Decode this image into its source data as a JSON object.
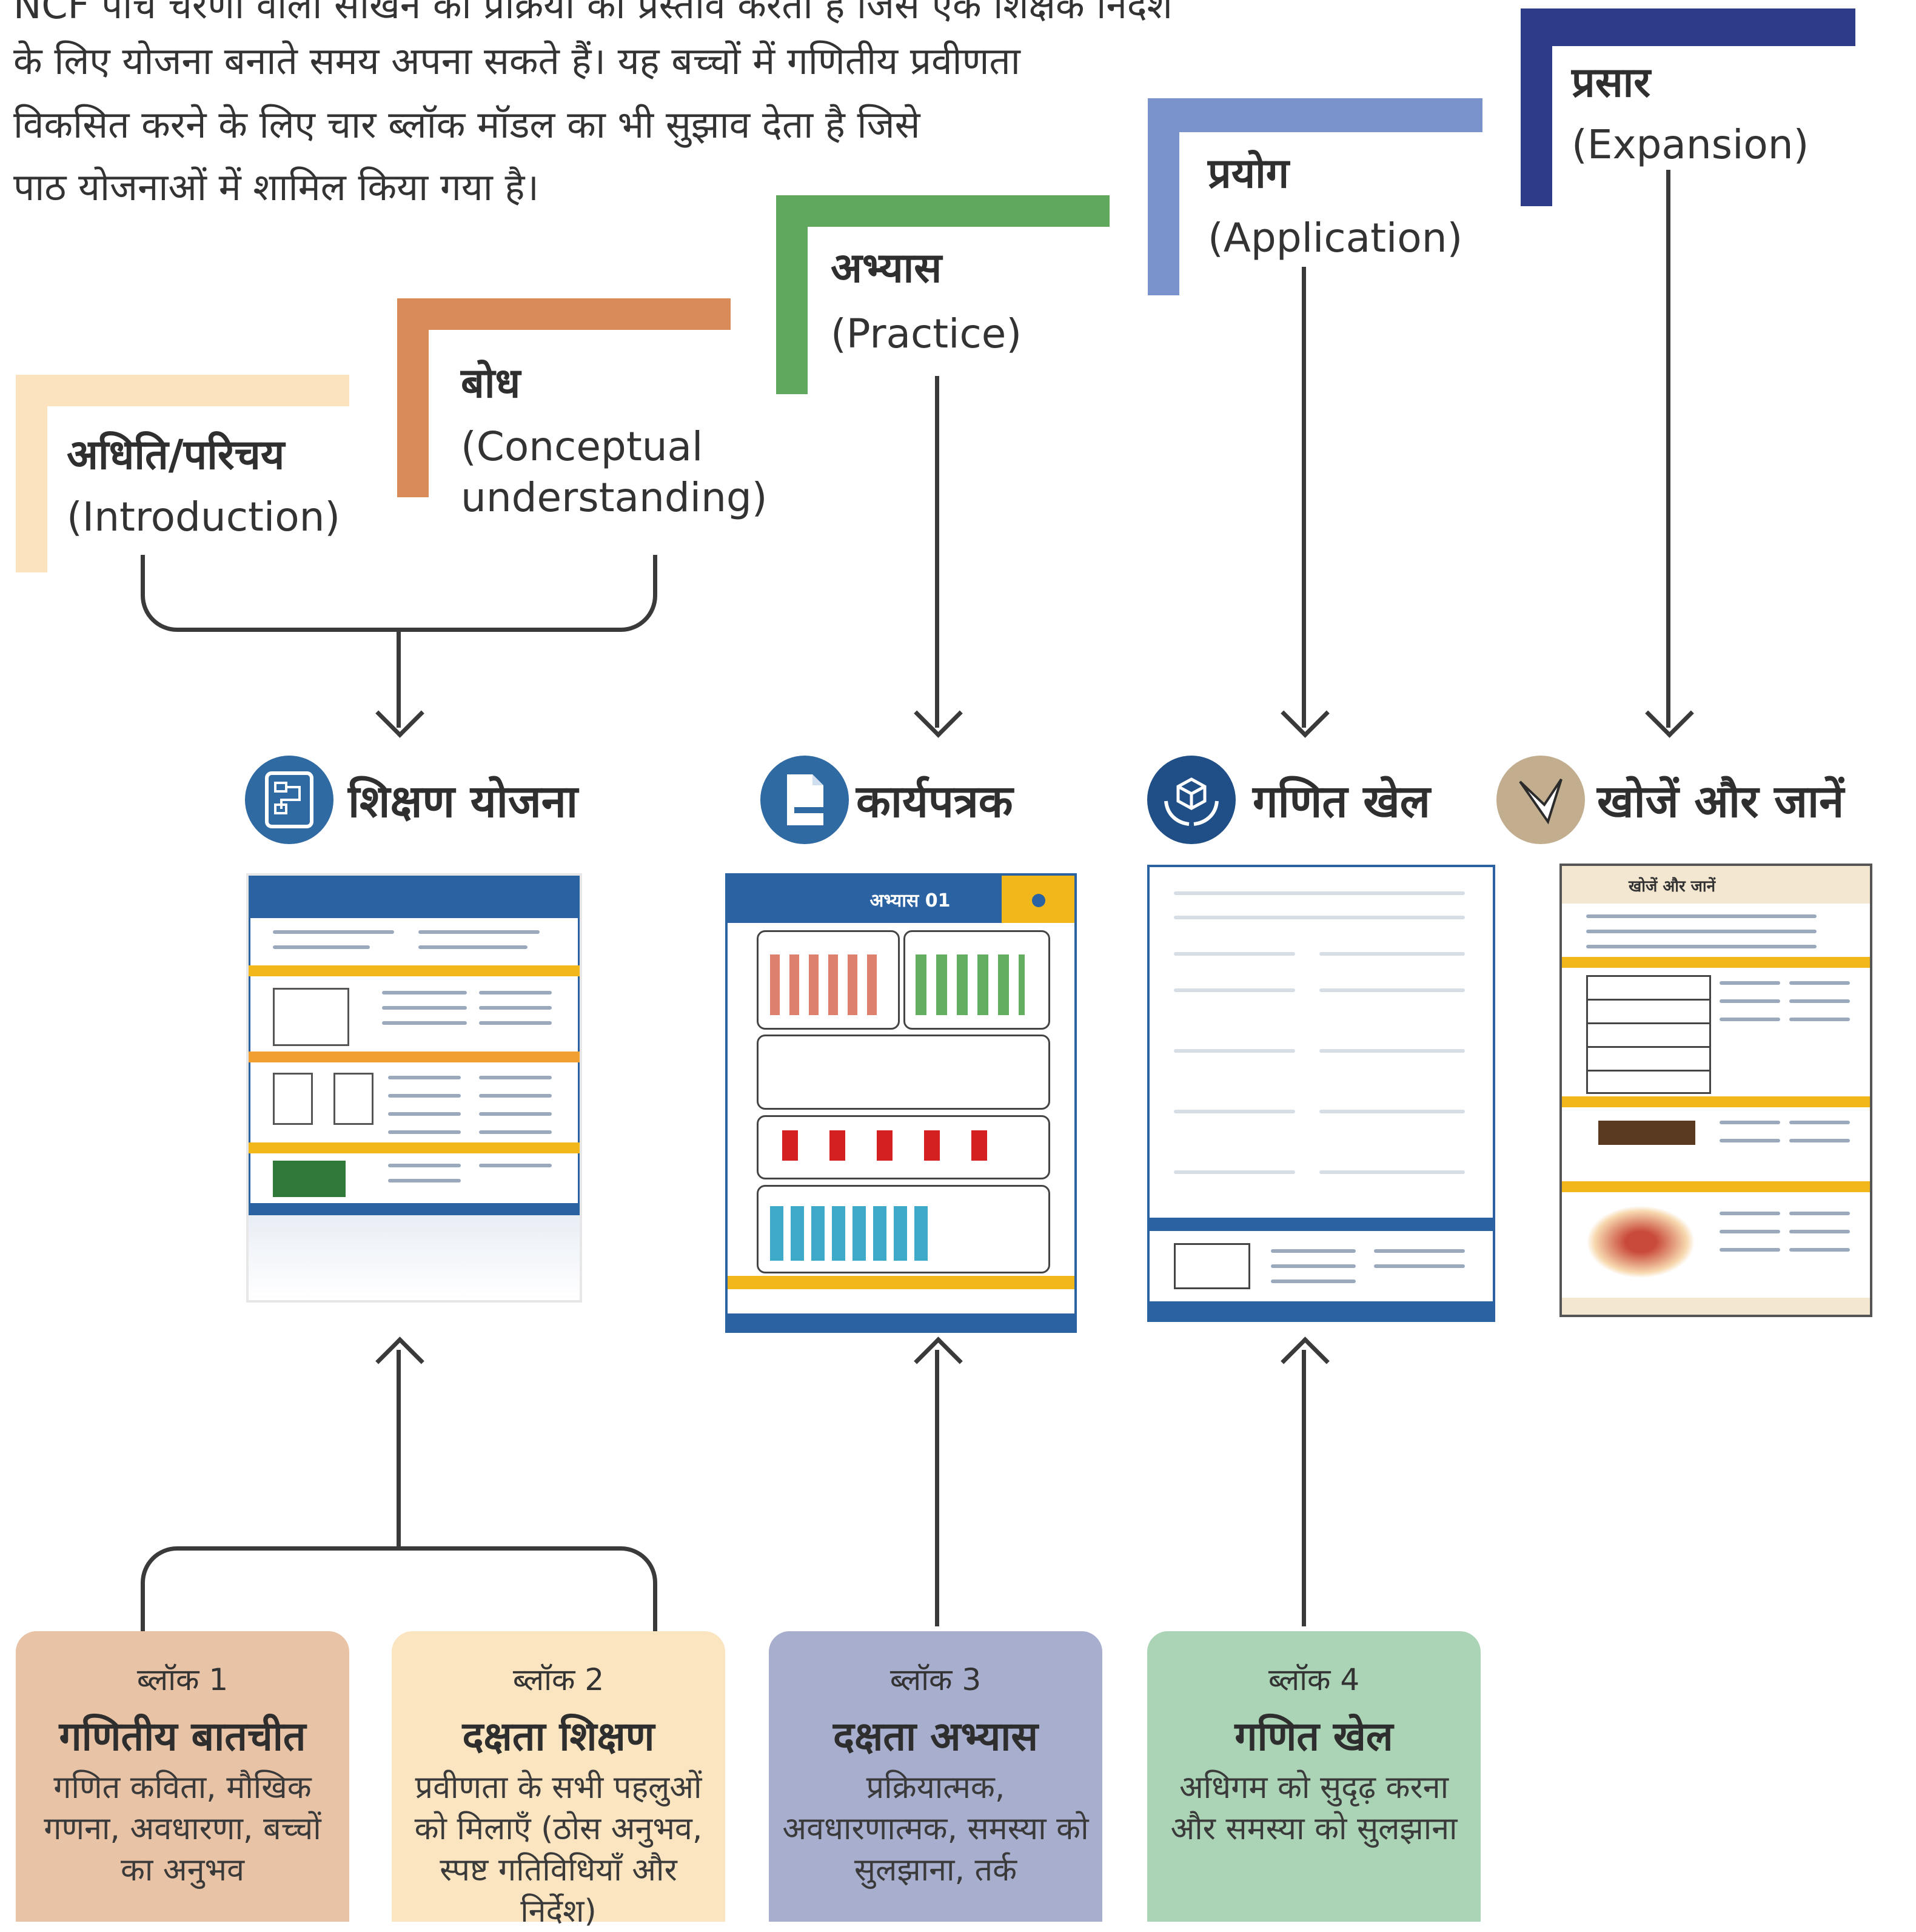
{
  "intro": {
    "lines": [
      "NCF पाँच चरणों वाली सीखने की प्रक्रिया का प्रस्ताव करता है जिसे एक शिक्षक निर्देश",
      "के लिए योजना बनाते समय अपना सकते हैं। यह बच्चों में गणितीय प्रवीणता",
      "विकसित करने के लिए चार ब्लॉक मॉडल का भी सुझाव देता है जिसे",
      "पाठ योजनाओं में शामिल किया गया है।"
    ]
  },
  "stages": [
    {
      "title": "अधिति/परिचय",
      "subtitle": "(Introduction)",
      "color": "#fbe3c0"
    },
    {
      "title": "बोध",
      "subtitle": "(Conceptual understanding)",
      "subtitle_lines": [
        "(Conceptual",
        "understanding)"
      ],
      "color": "#d98c5a"
    },
    {
      "title": "अभ्यास",
      "subtitle": "(Practice)",
      "color": "#5fa85e"
    },
    {
      "title": "प्रयोग",
      "subtitle": "(Application)",
      "color": "#7b93cc"
    },
    {
      "title": "प्रसार",
      "subtitle": "(Expansion)",
      "color": "#2e3b86"
    }
  ],
  "resources": [
    {
      "label": "शिक्षण योजना",
      "icon": "lesson-plan-icon",
      "color": "#2f6aa3"
    },
    {
      "label": "कार्यपत्रक",
      "icon": "worksheet-icon",
      "color": "#2f6aa3"
    },
    {
      "label": "गणित खेल",
      "icon": "math-game-icon",
      "color": "#1f4f86"
    },
    {
      "label": "खोजें और जानें",
      "icon": "explore-icon",
      "color": "#c2ae8e"
    }
  ],
  "worksheet_preview": {
    "heading": "अभ्यास 01"
  },
  "explore_preview": {
    "heading": "खोजें और जानें"
  },
  "blocks": [
    {
      "number": "ब्लॉक 1",
      "title": "गणितीय बातचीत",
      "desc": "गणित कविता, मौखिक गणना, अवधारणा, बच्चों का अनुभव",
      "color": "#e8c3a6"
    },
    {
      "number": "ब्लॉक 2",
      "title": "दक्षता शिक्षण",
      "desc": "प्रवीणता के सभी पहलुओं को मिलाएँ (ठोस अनुभव, स्पष्ट गतिविधियाँ और निर्देश)",
      "color": "#fae5c0"
    },
    {
      "number": "ब्लॉक 3",
      "title": "दक्षता अभ्यास",
      "desc": "प्रक्रियात्मक, अवधारणात्मक, समस्या को सुलझाना, तर्क",
      "color": "#a8aecd"
    },
    {
      "number": "ब्लॉक 4",
      "title": "गणित खेल",
      "desc": "अधिगम को सुदृढ़ करना और समस्या को सुलझाना",
      "color": "#abd3b5"
    }
  ]
}
